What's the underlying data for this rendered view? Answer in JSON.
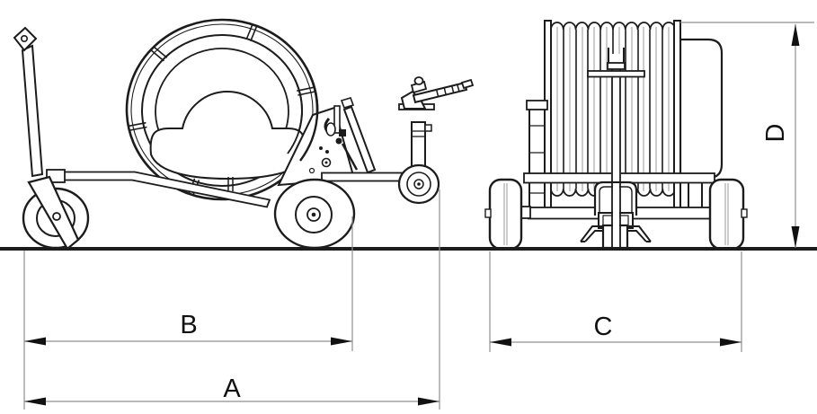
{
  "drawing": {
    "background_color": "#ffffff",
    "line_color": "#1c1c1c",
    "dimension_line_color": "#8f8f8f",
    "drum_shading_color": "#9a9a9a",
    "label_color": "#111111",
    "dimension_labels": {
      "a": "A",
      "b": "B",
      "c": "C",
      "d": "D"
    }
  }
}
